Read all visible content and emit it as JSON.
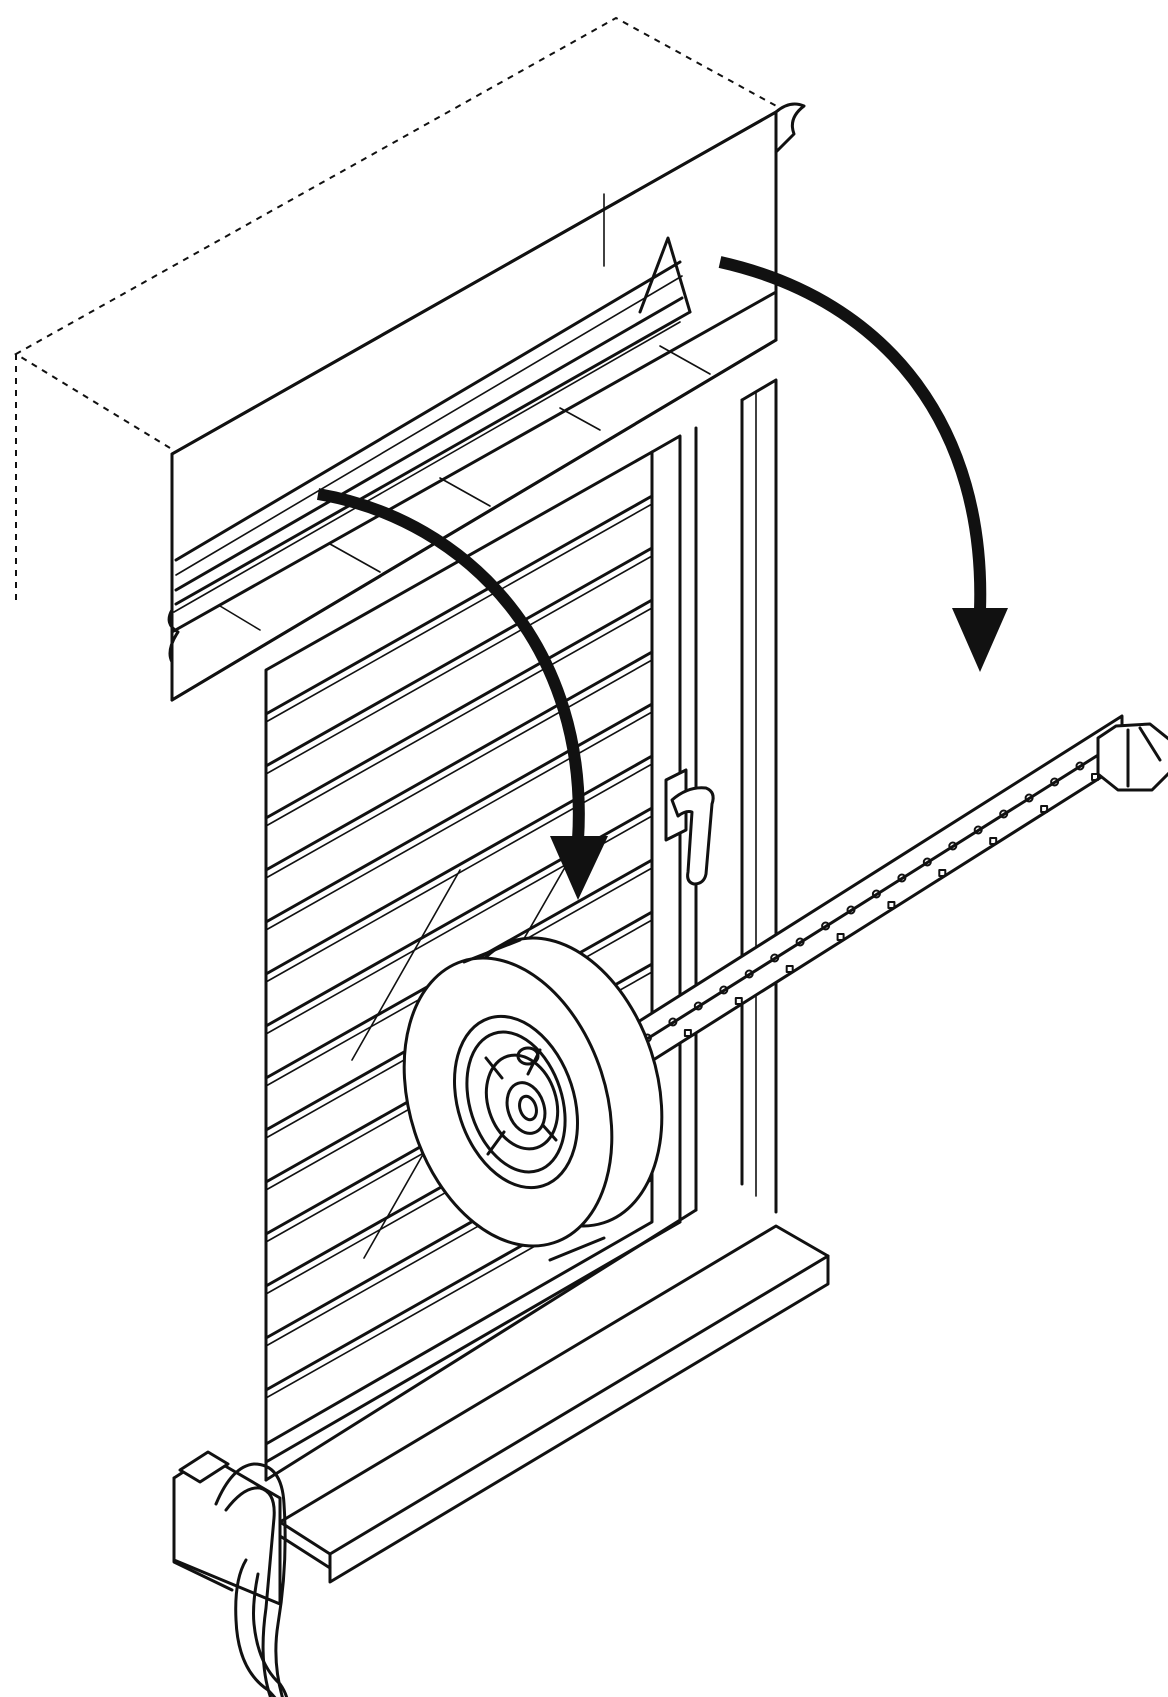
{
  "figure": {
    "subject": "roller-shutter-installation",
    "colors": {
      "ink": "#111111",
      "paper": "#ffffff"
    },
    "components": [
      "box-outline-dashed",
      "shutter-box",
      "shutter-slats",
      "window-frame",
      "window-handle",
      "window-sill",
      "strap-guide",
      "strap",
      "strap-pulley",
      "octagonal-shaft",
      "rotation-arrow-front",
      "rotation-arrow-back"
    ]
  }
}
